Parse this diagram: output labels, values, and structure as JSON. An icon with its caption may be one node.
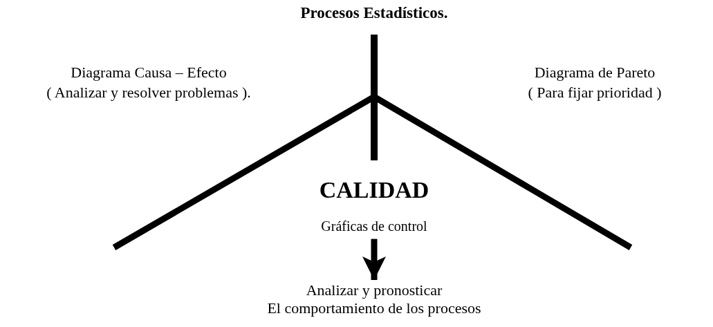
{
  "diagram": {
    "title": "Procesos Estadísticos.",
    "nodes": [
      {
        "text": [
          "Gráficas de control"
        ]
      },
      {
        "text": [
          "Analizar y pronosticar",
          "El comportamiento de los procesos"
        ]
      }
    ],
    "edges": [
      {
        "from": 0,
        "to": 1,
        "arrow": "to"
      }
    ],
    "labels": [
      "Diagrama Causa – Efecto",
      "( Analizar y resolver problemas ).",
      "Diagrama de Pareto",
      "( Para fijar prioridad )",
      "CALIDAD"
    ]
  }
}
